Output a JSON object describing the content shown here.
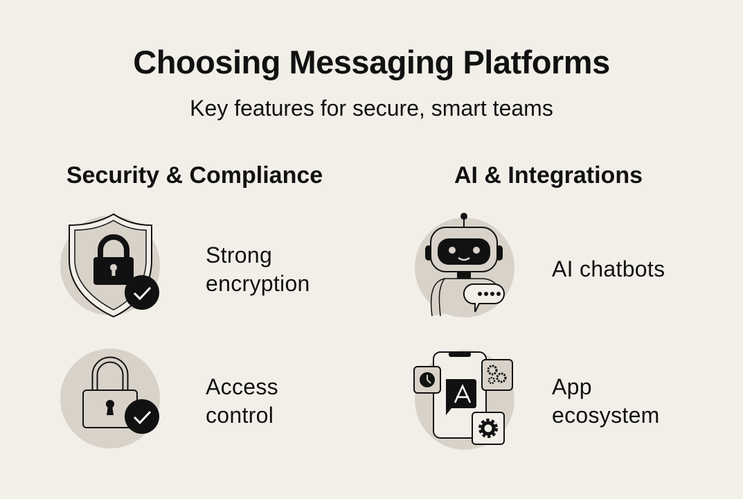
{
  "title": "Choosing Messaging Platforms",
  "subtitle": "Key features for secure, smart teams",
  "sections": [
    {
      "heading": "Security & Compliance",
      "items": [
        {
          "label_line1": "Strong",
          "label_line2": "encryption",
          "icon": "shield-lock-icon"
        },
        {
          "label_line1": "Access",
          "label_line2": "control",
          "icon": "padlock-check-icon"
        }
      ]
    },
    {
      "heading": "AI & Integrations",
      "items": [
        {
          "label_line1": "AI chatbots",
          "icon": "robot-chat-icon"
        },
        {
          "label_line1": "App",
          "label_line2": "ecosystem",
          "icon": "phone-apps-icon"
        }
      ]
    }
  ],
  "colors": {
    "background": "#f2efe9",
    "circle": "#d8d2c9",
    "ink": "#111111"
  }
}
